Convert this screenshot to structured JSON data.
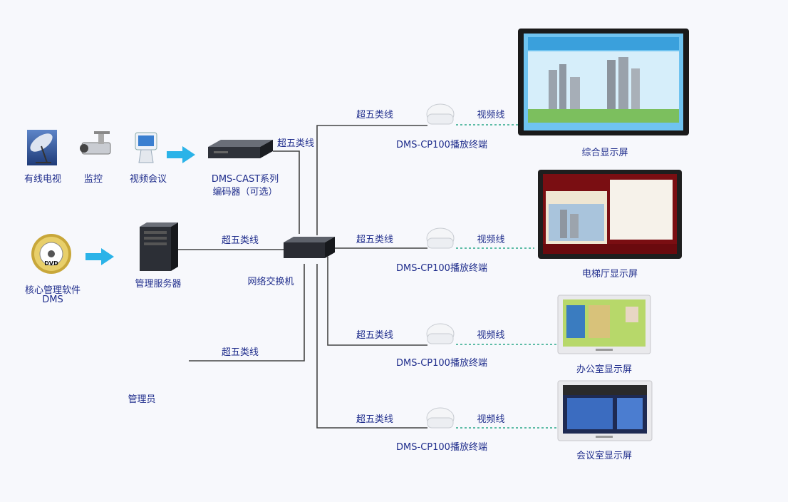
{
  "sources": {
    "cable_tv": "有线电视",
    "surveillance": "监控",
    "video_conference": "视频会议",
    "core_software": "核心管理软件",
    "core_software_sub": "DMS"
  },
  "devices": {
    "encoder": "DMS-CAST系列",
    "encoder_sub": "编码器（可选）",
    "server": "管理服务器",
    "switch": "网络交换机",
    "admin": "管理员",
    "dvd_label": "DVD"
  },
  "links": {
    "cat5e": "超五类线",
    "video": "视频线"
  },
  "players": [
    {
      "label": "DMS-CP100播放终端"
    },
    {
      "label": "DMS-CP100播放终端"
    },
    {
      "label": "DMS-CP100播放终端"
    },
    {
      "label": "DMS-CP100播放终端"
    }
  ],
  "screens": [
    {
      "label": "综合显示屏"
    },
    {
      "label": "电梯厅显示屏"
    },
    {
      "label": "办公室显示屏"
    },
    {
      "label": "会议室显示屏"
    }
  ],
  "colors": {
    "label_text": "#1f2d8c",
    "arrow": "#2bb3e8",
    "video_cable": "#2aa88a",
    "network_cable": "#444444"
  }
}
